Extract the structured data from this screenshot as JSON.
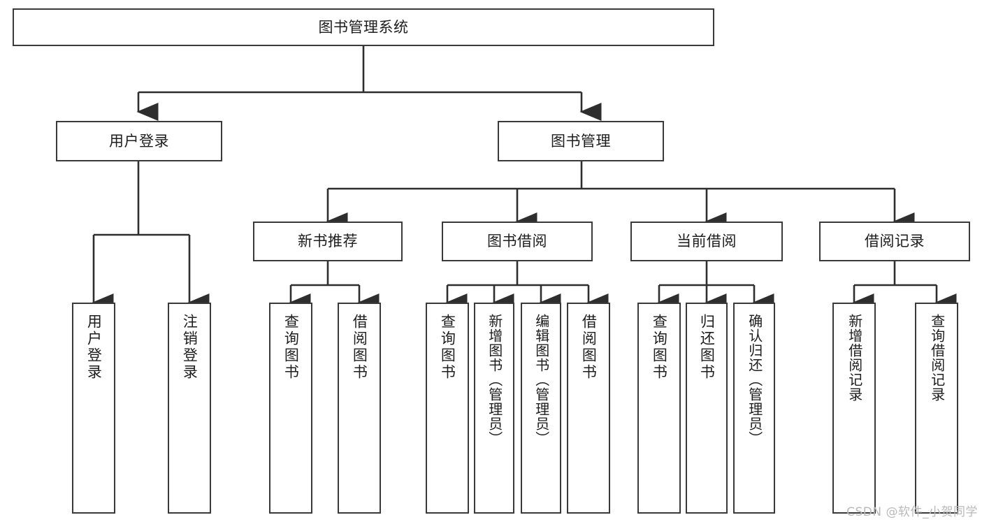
{
  "diagram": {
    "type": "tree",
    "title": "图书管理系统",
    "root": {
      "label": "图书管理系统"
    },
    "level1": [
      {
        "label": "用户登录"
      },
      {
        "label": "图书管理"
      }
    ],
    "level2": [
      {
        "label": "新书推荐"
      },
      {
        "label": "图书借阅"
      },
      {
        "label": "当前借阅"
      },
      {
        "label": "借阅记录"
      }
    ],
    "leaves": {
      "user_login": [
        {
          "label": "用户登录"
        },
        {
          "label": "注销登录"
        }
      ],
      "new_book": [
        {
          "label": "查询图书"
        },
        {
          "label": "借阅图书"
        }
      ],
      "book_borrow": [
        {
          "label": "查询图书"
        },
        {
          "label": "新增图书（管理员）"
        },
        {
          "label": "编辑图书（管理员）"
        },
        {
          "label": "借阅图书"
        }
      ],
      "current_borrow": [
        {
          "label": "查询图书"
        },
        {
          "label": "归还图书"
        },
        {
          "label": "确认归还（管理员）"
        }
      ],
      "borrow_record": [
        {
          "label": "新增借阅记录"
        },
        {
          "label": "查询借阅记录"
        }
      ]
    }
  },
  "watermark": {
    "text": "CSDN @软件_小贺同学"
  },
  "colors": {
    "stroke": "#3a3a3a",
    "background": "#ffffff",
    "text": "#1d1d1d",
    "watermark": "#b9b9b9"
  }
}
